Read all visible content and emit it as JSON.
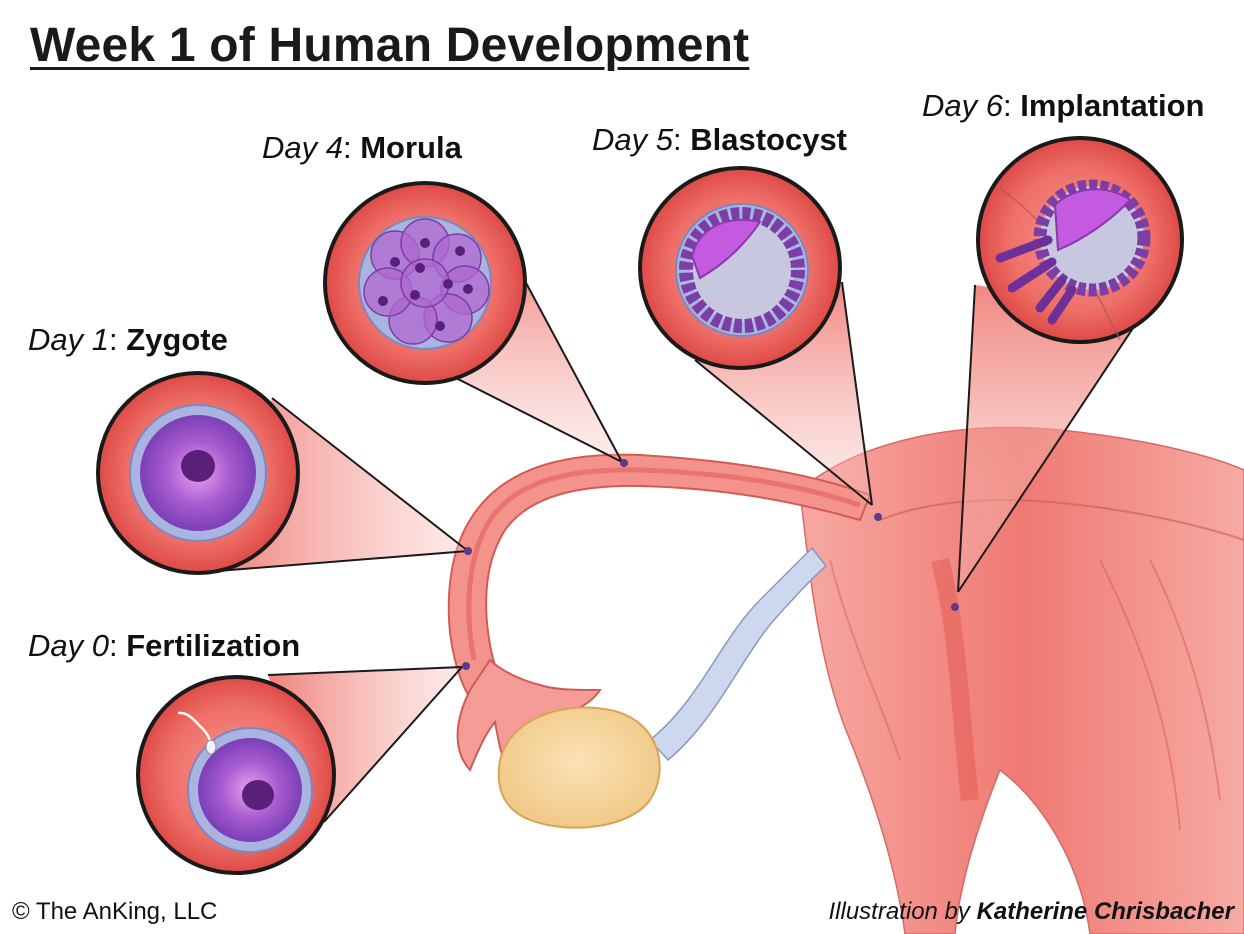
{
  "title": "Week 1 of Human Development",
  "stages": [
    {
      "id": "fertilization",
      "day_text": "Day 0",
      "sep": ": ",
      "name": "Fertilization"
    },
    {
      "id": "zygote",
      "day_text": "Day 1",
      "sep": ": ",
      "name": "Zygote"
    },
    {
      "id": "morula",
      "day_text": "Day 4",
      "sep": ": ",
      "name": "Morula"
    },
    {
      "id": "blastocyst",
      "day_text": "Day 5",
      "sep": ": ",
      "name": "Blastocyst"
    },
    {
      "id": "implantation",
      "day_text": "Day 6",
      "sep": ": ",
      "name": "Implantation"
    }
  ],
  "footer": {
    "copyright": "© The AnKing, LLC",
    "credit_prefix": "Illustration by ",
    "credit_name": "Katherine Chrisbacher"
  },
  "colors": {
    "tissue": "#f08a84",
    "tissue_light": "#f6bcb4",
    "tissue_dark": "#e2554f",
    "cell_purple": "#8a4fc4",
    "nucleus": "#5a1f78",
    "ovary": "#f6d39a",
    "ligament": "#c9d4ec",
    "outline": "#1a1a1a"
  }
}
